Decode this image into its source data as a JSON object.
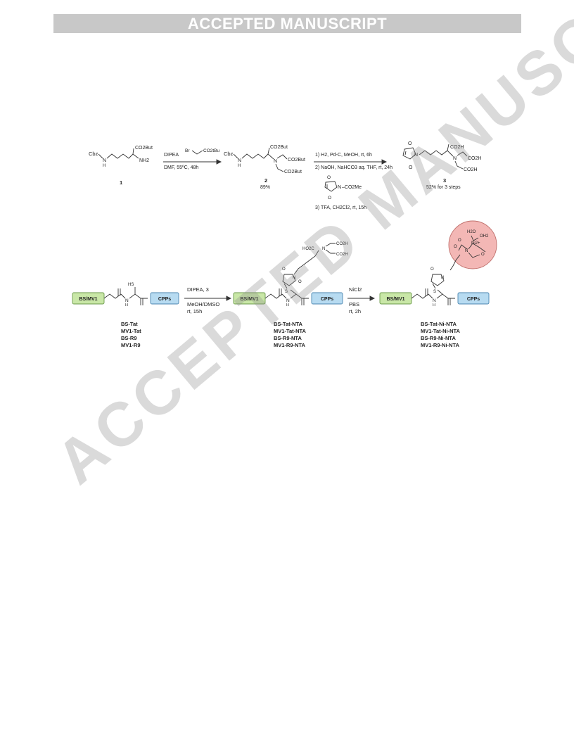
{
  "header": {
    "banner": "ACCEPTED MANUSCRIPT"
  },
  "watermark": "ACCEPTED MANUSCRIPT",
  "scheme1": {
    "compound1": {
      "cbz": "Cbz",
      "nh": "N",
      "h": "H",
      "ester": "CO2But",
      "amine": "NH2",
      "number": "1"
    },
    "step1": {
      "reagent": "DIPEA",
      "br": "Br",
      "bromo_ester": "CO2tBu",
      "conditions": "DMF, 55ºC, 48h"
    },
    "compound2": {
      "cbz": "Cbz",
      "nh": "N",
      "h": "H",
      "ester": "CO2But",
      "n": "N",
      "arm1": "CO2But",
      "arm2": "CO2But",
      "number": "2",
      "yield": "89%"
    },
    "step2": {
      "line1": "1) H2, Pd-C, MeOH, rt, 6h",
      "line2": "2) NaOH, NaHCO3 aq. THF, rt, 24h",
      "maleimide_n": "N",
      "maleimide_sub": "–CO2Me",
      "o_top": "O",
      "o_bottom": "O",
      "line3": "3) TFA, CH2Cl2, rt, 15h"
    },
    "compound3": {
      "o_top": "O",
      "n_ring": "N",
      "o_bottom": "O",
      "acid": "CO2H",
      "n": "N",
      "arm1": "CO2H",
      "arm2": "CO2H",
      "number": "3",
      "yield": "52% for 3 steps"
    }
  },
  "scheme2": {
    "colors": {
      "green_box": "#c9e7a7",
      "blue_box": "#b7dbf1",
      "red_circle": "#f3b7b5"
    },
    "start": {
      "left_box": "BS/MV1",
      "right_box": "CPPs",
      "hs": "HS",
      "nh": "N",
      "h": "H",
      "labels": [
        "BS-Tat",
        "MV1-Tat",
        "BS-R9",
        "MV1-R9"
      ]
    },
    "arrow1": {
      "line1": "DIPEA, 3",
      "line2": "MeOH/DMSO",
      "line3": "rt, 15h"
    },
    "middle": {
      "left_box": "BS/MV1",
      "right_box": "CPPs",
      "s": "S",
      "n_ring": "N",
      "nh": "N",
      "h": "H",
      "ho2c": "HO2C",
      "n_top": "N",
      "acid1": "CO2H",
      "acid2": "CO2H",
      "o_top": "O",
      "o_bottom": "O",
      "labels": [
        "BS-Tat-NTA",
        "MV1-Tat-NTA",
        "BS-R9-NTA",
        "MV1-R9-NTA"
      ]
    },
    "arrow2": {
      "line1": "NiCl2",
      "line2": "PBS",
      "line3": "rt, 2h"
    },
    "final": {
      "left_box": "BS/MV1",
      "right_box": "CPPs",
      "s": "S",
      "n_ring": "N",
      "nh": "N",
      "h": "H",
      "h2o_1": "H2O",
      "h2o_2": "OH2",
      "ni": "Ni2+",
      "n_chelate": "N",
      "o1": "O",
      "o2": "O",
      "o3": "O",
      "o_ring": "O",
      "labels": [
        "BS-Tat-Ni-NTA",
        "MV1-Tat-Ni-NTA",
        "BS-R9-Ni-NTA",
        "MV1-R9-Ni-NTA"
      ]
    }
  }
}
